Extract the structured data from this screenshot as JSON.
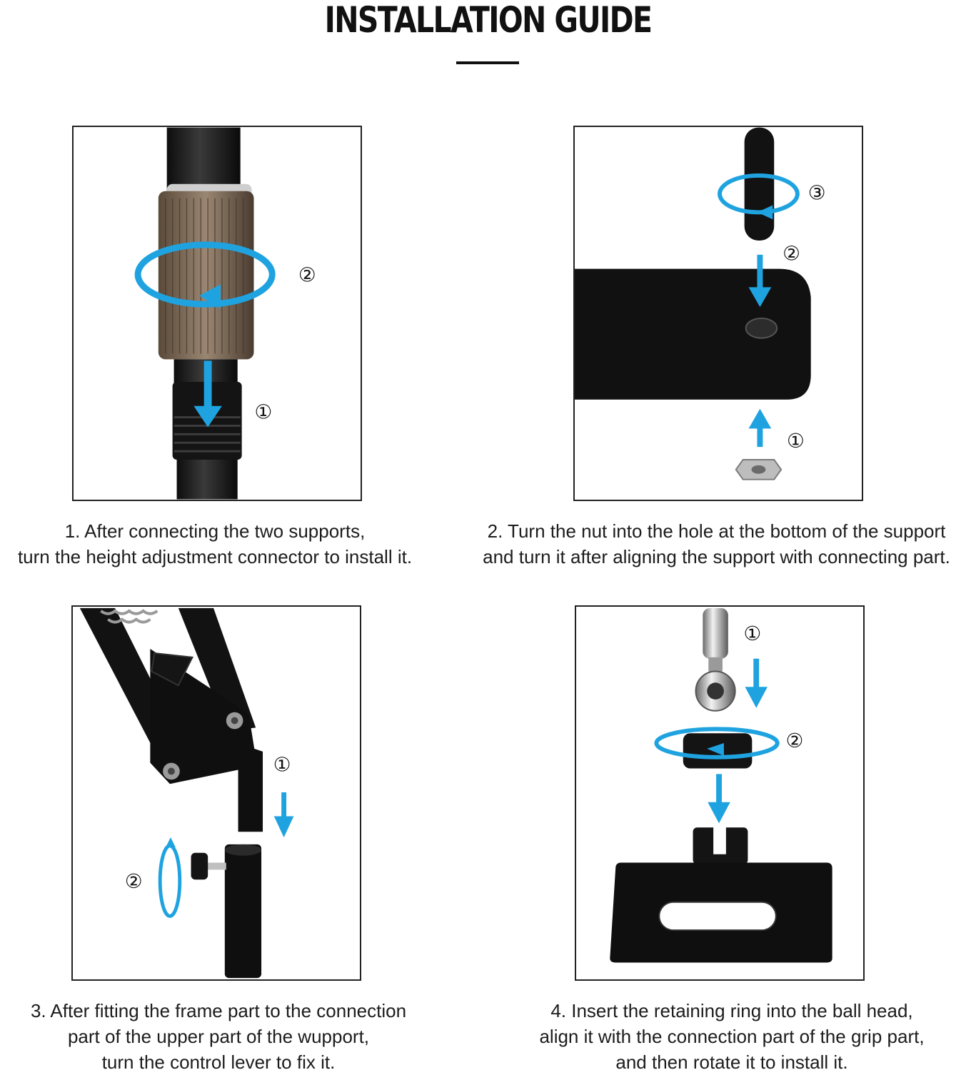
{
  "page": {
    "title": "INSTALLATION GUIDE"
  },
  "steps": [
    {
      "caption_lines": [
        "1. After connecting the two supports,",
        "turn the height adjustment connector to install it."
      ],
      "markers": [
        "①",
        "②"
      ]
    },
    {
      "caption_lines": [
        "2. Turn the nut into the hole at the bottom of the support",
        "and turn it after aligning the support with connecting part."
      ],
      "markers": [
        "③",
        "②",
        "①"
      ]
    },
    {
      "caption_lines": [
        "3. After fitting the frame part to the connection",
        "part of the upper part of the wupport,",
        "turn the control lever to fix it."
      ],
      "markers": [
        "①",
        "②"
      ]
    },
    {
      "caption_lines": [
        "4. Insert the retaining ring into the ball head,",
        "align it with the connection part of the grip part,",
        "and then rotate it to install it."
      ],
      "markers": [
        "①",
        "②"
      ]
    }
  ],
  "colors": {
    "accent_arrow": "#1fa3e0",
    "pole": "#1a1a1a",
    "connector": "#7a6a58"
  }
}
